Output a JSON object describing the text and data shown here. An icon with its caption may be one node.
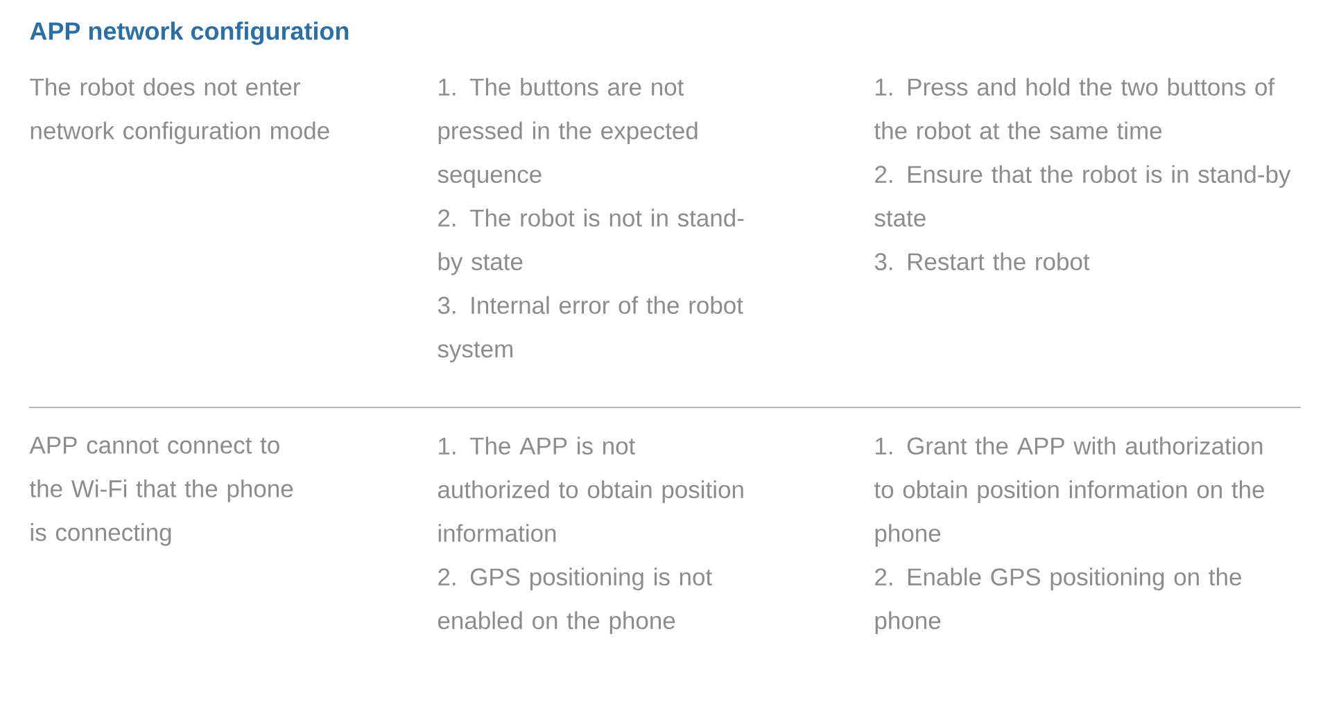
{
  "diagram": {
    "title": "APP network configuration",
    "labels": [
      "The robot does not enter network configuration mode",
      "1. The buttons are not pressed in the expected sequence",
      "2. The robot is not in stand-by state",
      "3. Internal error of the robot system",
      "1. Press and hold the two buttons of the robot at the same time",
      "2. Ensure that the robot is in stand-by state",
      "3. Restart the robot",
      "APP cannot connect to the Wi-Fi that the phone is connecting",
      "1. The APP is not authorized to obtain position information",
      "2. GPS positioning is not enabled on the phone",
      "1. Grant the APP with authorization to obtain position information on the phone",
      "2. Enable GPS positioning on the phone"
    ]
  }
}
